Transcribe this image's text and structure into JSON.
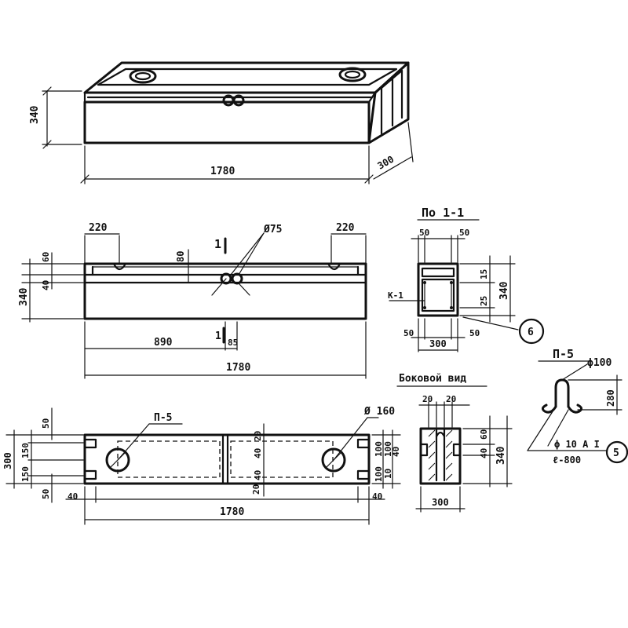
{
  "iso": {
    "height": "340",
    "length": "1780",
    "depth": "300"
  },
  "elev": {
    "left_220": "220",
    "right_220": "220",
    "hole_dia": "Ø75",
    "cut_mark": "1",
    "left_60": "60",
    "left_40": "40",
    "overall_340": "340",
    "mid_80": "80",
    "dim_890": "890",
    "cut_mark_bottom": "1",
    "dim_85": "85",
    "overall_1780": "1780"
  },
  "section": {
    "title": "По  1-1",
    "top_50_left": "50",
    "top_50_right": "50",
    "k1": "К-1",
    "right_15": "15",
    "right_25": "25",
    "right_340": "340",
    "bot_50_left": "50",
    "bot_300": "300",
    "bot_50_right": "50",
    "callout_6": "6"
  },
  "plan": {
    "p5": "П-5",
    "hole_dia": "Ø 160",
    "left_50_top": "50",
    "left_150_top": "150",
    "left_300": "300",
    "left_150_bot": "150",
    "left_50_bot": "50",
    "left_40": "40",
    "overall_1780": "1780",
    "right_40": "40",
    "mid_20_top": "20",
    "mid_40_top": "40",
    "mid_40_bot": "40",
    "mid_20_bot": "20",
    "r_100a": "100",
    "r_100b": "100",
    "r_40": "40",
    "r_100c": "100",
    "r_10": "10"
  },
  "side": {
    "title": "Боковой вид",
    "top_20a": "20",
    "top_20b": "20",
    "right_60": "60",
    "right_40": "40",
    "right_340": "340",
    "bot_300": "300"
  },
  "loop": {
    "title": "П-5",
    "dia": "ϕ100",
    "height": "280",
    "spec1": "ϕ 10 А I",
    "spec2": "ℓ-800",
    "callout_5": "5"
  }
}
